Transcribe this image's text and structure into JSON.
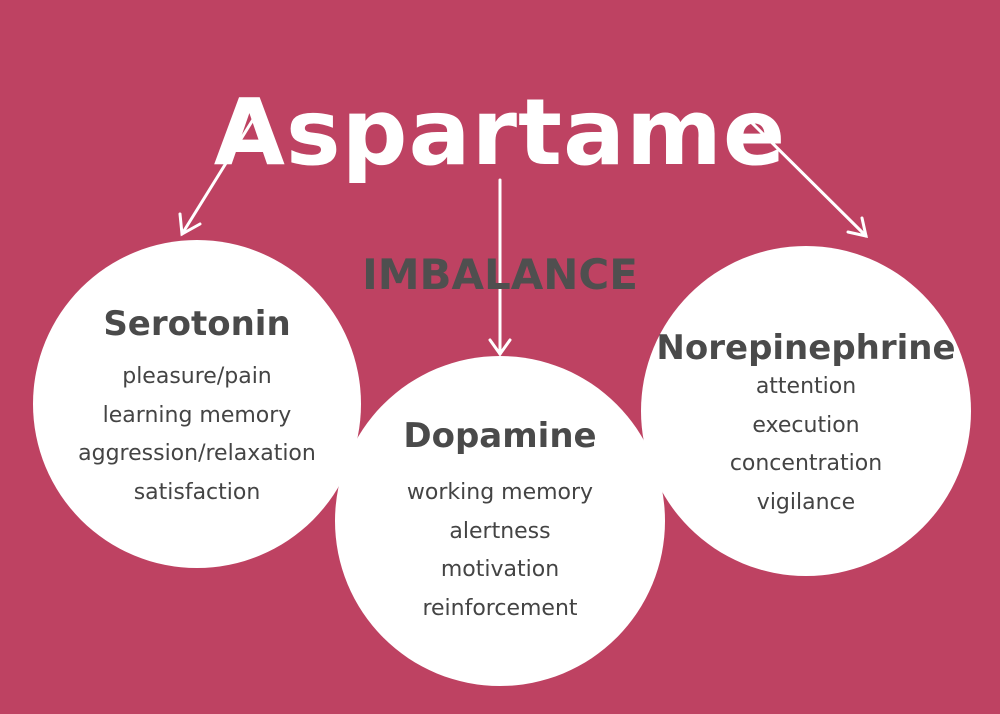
{
  "title": "Aspartame",
  "center_label": "IMBALANCE",
  "colors": {
    "background": "#be4262",
    "circle": "#ffffff",
    "text": "#4a4a4a"
  },
  "circles": [
    {
      "name": "Serotonin",
      "items": [
        "pleasure/pain",
        "learning memory",
        "aggression/relaxation",
        "satisfaction"
      ]
    },
    {
      "name": "Dopamine",
      "items": [
        "working memory",
        "alertness",
        "motivation",
        "reinforcement"
      ]
    },
    {
      "name": "Norepinephrine",
      "items": [
        "attention",
        "execution",
        "concentration",
        "vigilance"
      ]
    }
  ]
}
